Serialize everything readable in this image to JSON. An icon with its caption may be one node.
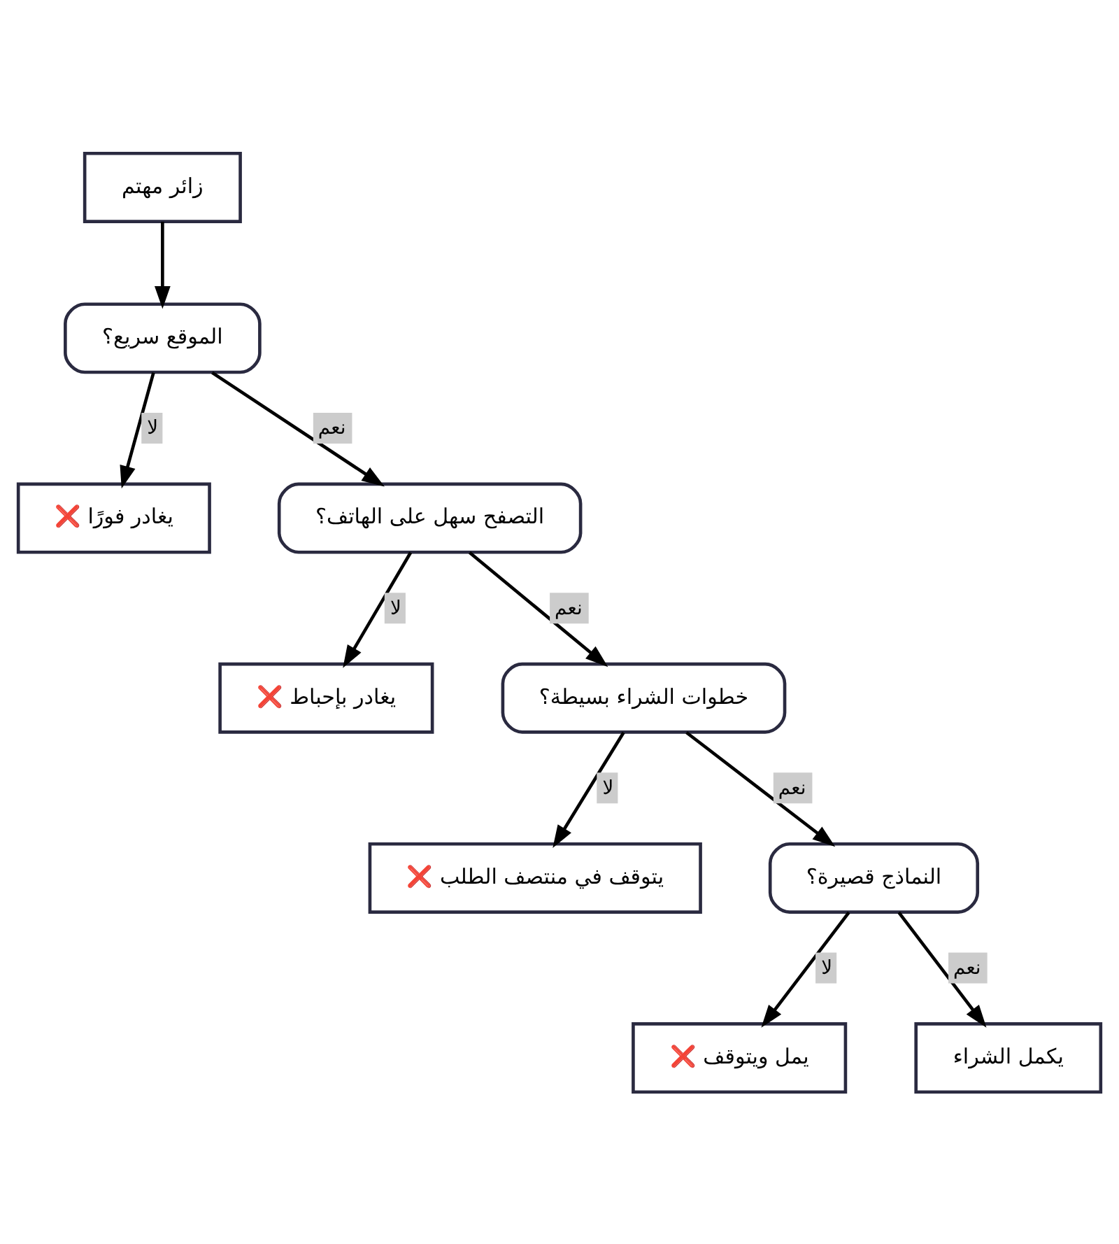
{
  "diagram": {
    "nodes": [
      {
        "text": [
          "زائر مهتم"
        ]
      },
      {
        "text": [
          "الموقع سريع؟"
        ]
      },
      {
        "text": [
          "❌ يغادر فورًا"
        ]
      },
      {
        "text": [
          "التصفح سهل على الهاتف؟"
        ]
      },
      {
        "text": [
          "❌ يغادر بإحباط"
        ]
      },
      {
        "text": [
          "خطوات الشراء بسيطة؟"
        ]
      },
      {
        "text": [
          "❌ يتوقف في منتصف الطلب"
        ]
      },
      {
        "text": [
          "النماذج قصيرة؟"
        ]
      },
      {
        "text": [
          "❌ يمل ويتوقف"
        ]
      },
      {
        "text": [
          "يكمل الشراء"
        ]
      }
    ],
    "edges": [
      {
        "from": 0,
        "to": 1,
        "arrow": "to"
      },
      {
        "from": 1,
        "to": 2,
        "arrow": "to",
        "label": "لا"
      },
      {
        "from": 1,
        "to": 3,
        "arrow": "to",
        "label": "نعم"
      },
      {
        "from": 3,
        "to": 4,
        "arrow": "to",
        "label": "لا"
      },
      {
        "from": 3,
        "to": 5,
        "arrow": "to",
        "label": "نعم"
      },
      {
        "from": 5,
        "to": 6,
        "arrow": "to",
        "label": "لا"
      },
      {
        "from": 5,
        "to": 7,
        "arrow": "to",
        "label": "نعم"
      },
      {
        "from": 7,
        "to": 8,
        "arrow": "to",
        "label": "لا"
      },
      {
        "from": 7,
        "to": 9,
        "arrow": "to",
        "label": "نعم"
      }
    ]
  }
}
